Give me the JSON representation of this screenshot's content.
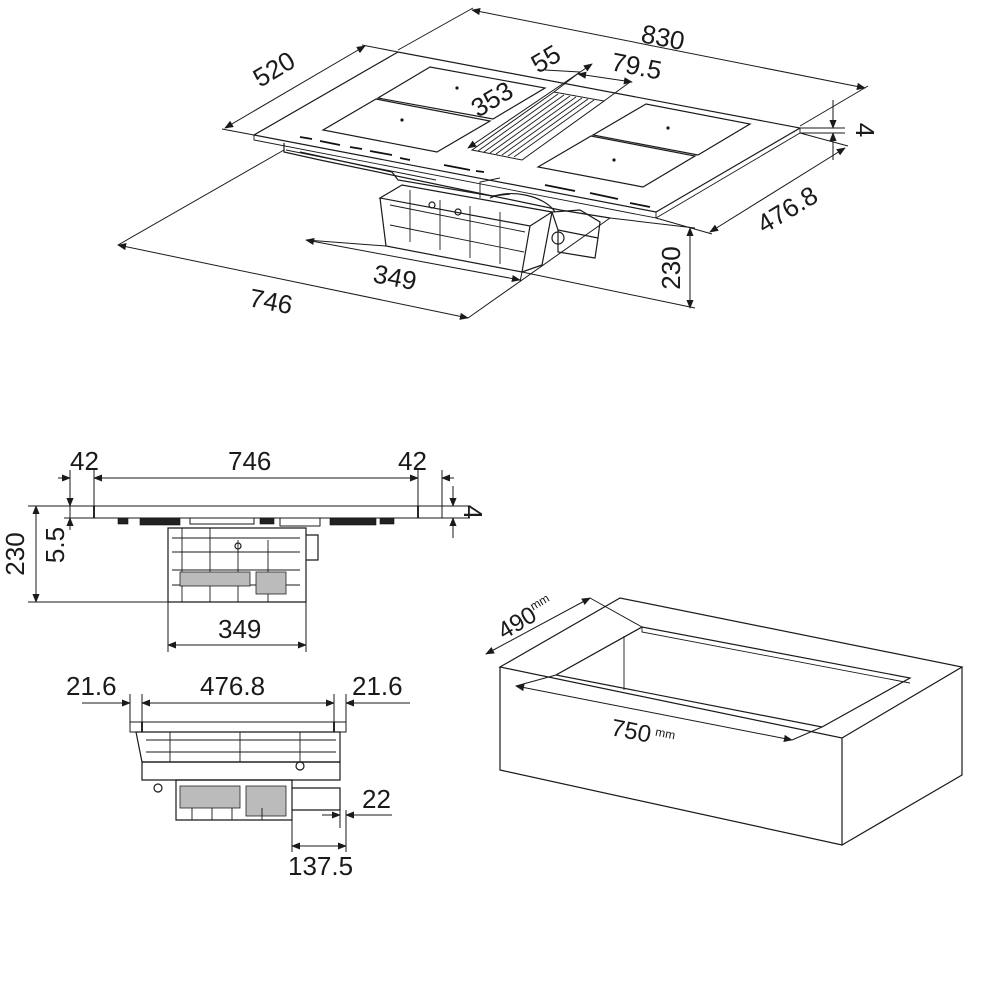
{
  "iso_view": {
    "dims": {
      "width_830": "830",
      "depth_520": "520",
      "d55": "55",
      "d79_5": "79.5",
      "d353": "353",
      "glass_4": "4",
      "d476_8": "476.8",
      "height_230": "230",
      "d349": "349",
      "d746": "746"
    }
  },
  "front_view": {
    "dims": {
      "left_42": "42",
      "width_746": "746",
      "right_42": "42",
      "glass_4": "4",
      "height_230": "230",
      "d5_5": "5.5",
      "body_349": "349"
    }
  },
  "side_view": {
    "dims": {
      "left_21_6": "21.6",
      "depth_476_8": "476.8",
      "right_21_6": "21.6",
      "d22": "22",
      "d137_5": "137.5"
    }
  },
  "cutout_view": {
    "dims": {
      "depth_490": "490",
      "depth_unit": "mm",
      "width_750": "750",
      "width_unit": "mm"
    }
  }
}
